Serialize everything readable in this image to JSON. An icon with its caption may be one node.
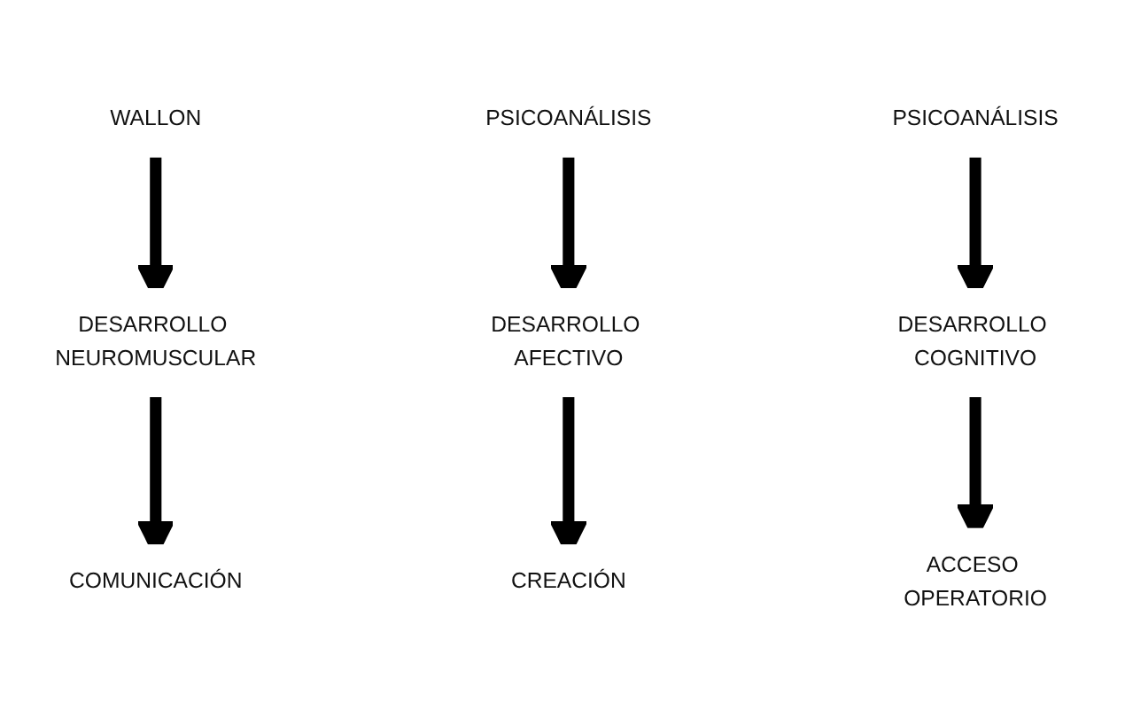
{
  "diagram": {
    "nodes": [
      {
        "text": [
          "WALLON"
        ]
      },
      {
        "text": [
          "PSICOANÁLISIS"
        ]
      },
      {
        "text": [
          "PSICOANÁLISIS"
        ]
      },
      {
        "text": [
          "DESARROLLO NEUROMUSCULAR"
        ]
      },
      {
        "text": [
          "DESARROLLO AFECTIVO"
        ]
      },
      {
        "text": [
          "DESARROLLO COGNITIVO"
        ]
      },
      {
        "text": [
          "COMUNICACIÓN"
        ]
      },
      {
        "text": [
          "CREACIÓN"
        ]
      },
      {
        "text": [
          "ACCESO OPERATORIO"
        ]
      }
    ],
    "edges": [
      {
        "from": 0,
        "to": 3,
        "arrow": "to"
      },
      {
        "from": 3,
        "to": 6,
        "arrow": "to"
      },
      {
        "from": 1,
        "to": 4,
        "arrow": "to"
      },
      {
        "from": 4,
        "to": 7,
        "arrow": "to"
      },
      {
        "from": 2,
        "to": 5,
        "arrow": "to"
      },
      {
        "from": 5,
        "to": 8,
        "arrow": "to"
      }
    ]
  }
}
